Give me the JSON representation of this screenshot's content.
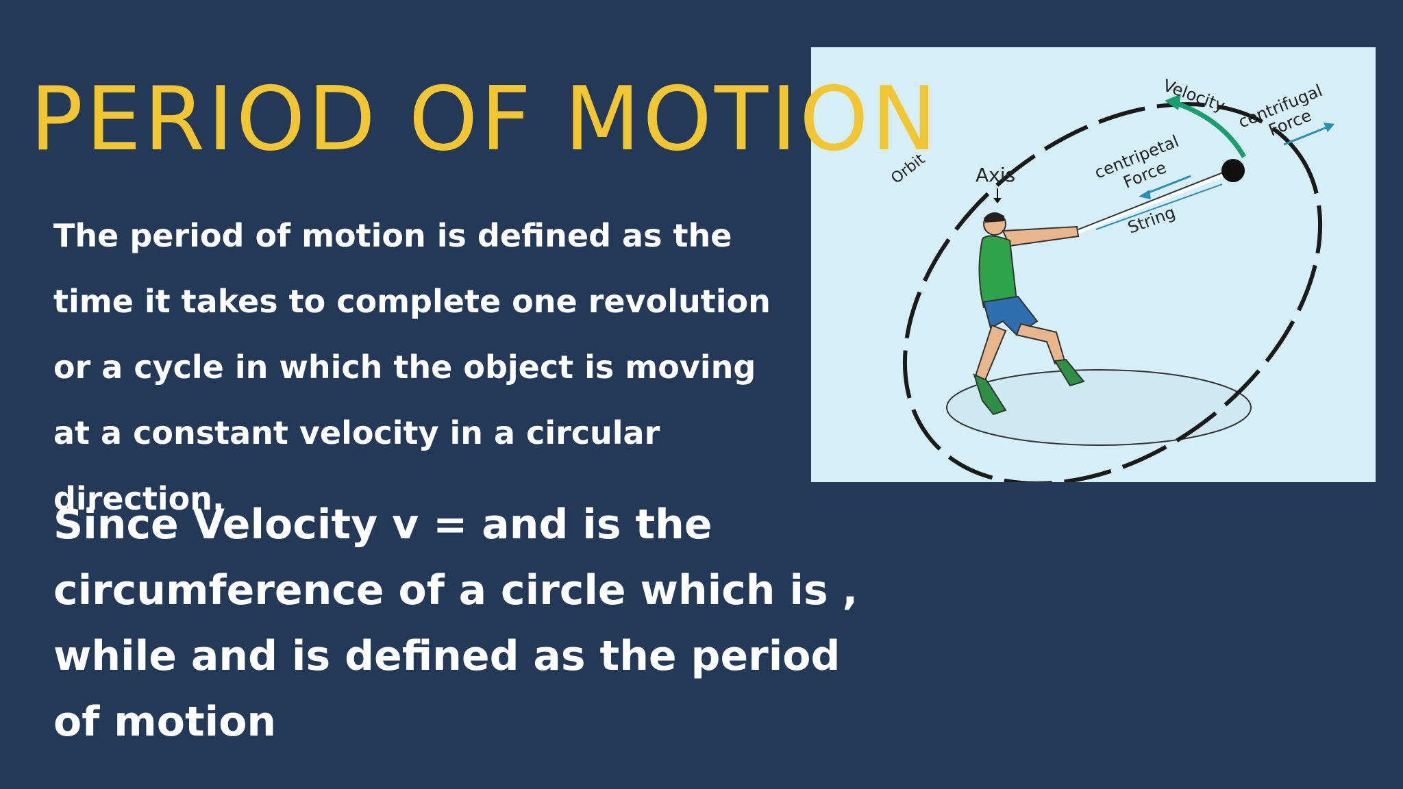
{
  "slide": {
    "title": "PERIOD OF MOTION",
    "paragraph1": "The period of motion is defined as the time it takes to complete one revolution or a cycle in which the object is moving at a constant velocity in a circular direction.",
    "paragraph2": "Since Velocity v =  and is the circumference of a circle which is , while  and is defined as the period of motion"
  },
  "figure": {
    "labels": {
      "velocity": "Velocity",
      "centrifugal_line1": "centrifugal",
      "centrifugal_line2": "Force",
      "centripetal_line1": "centripetal",
      "centripetal_line2": "Force",
      "string": "String",
      "axis": "Axis",
      "orbit": "Orbit"
    }
  },
  "colors": {
    "background": "#243857",
    "title": "#f2c532",
    "text": "#ffffff",
    "figure_bg": "#d6eef7",
    "velocity_arrow": "#1a9e6e",
    "force_arrow": "#2a8fb0"
  }
}
